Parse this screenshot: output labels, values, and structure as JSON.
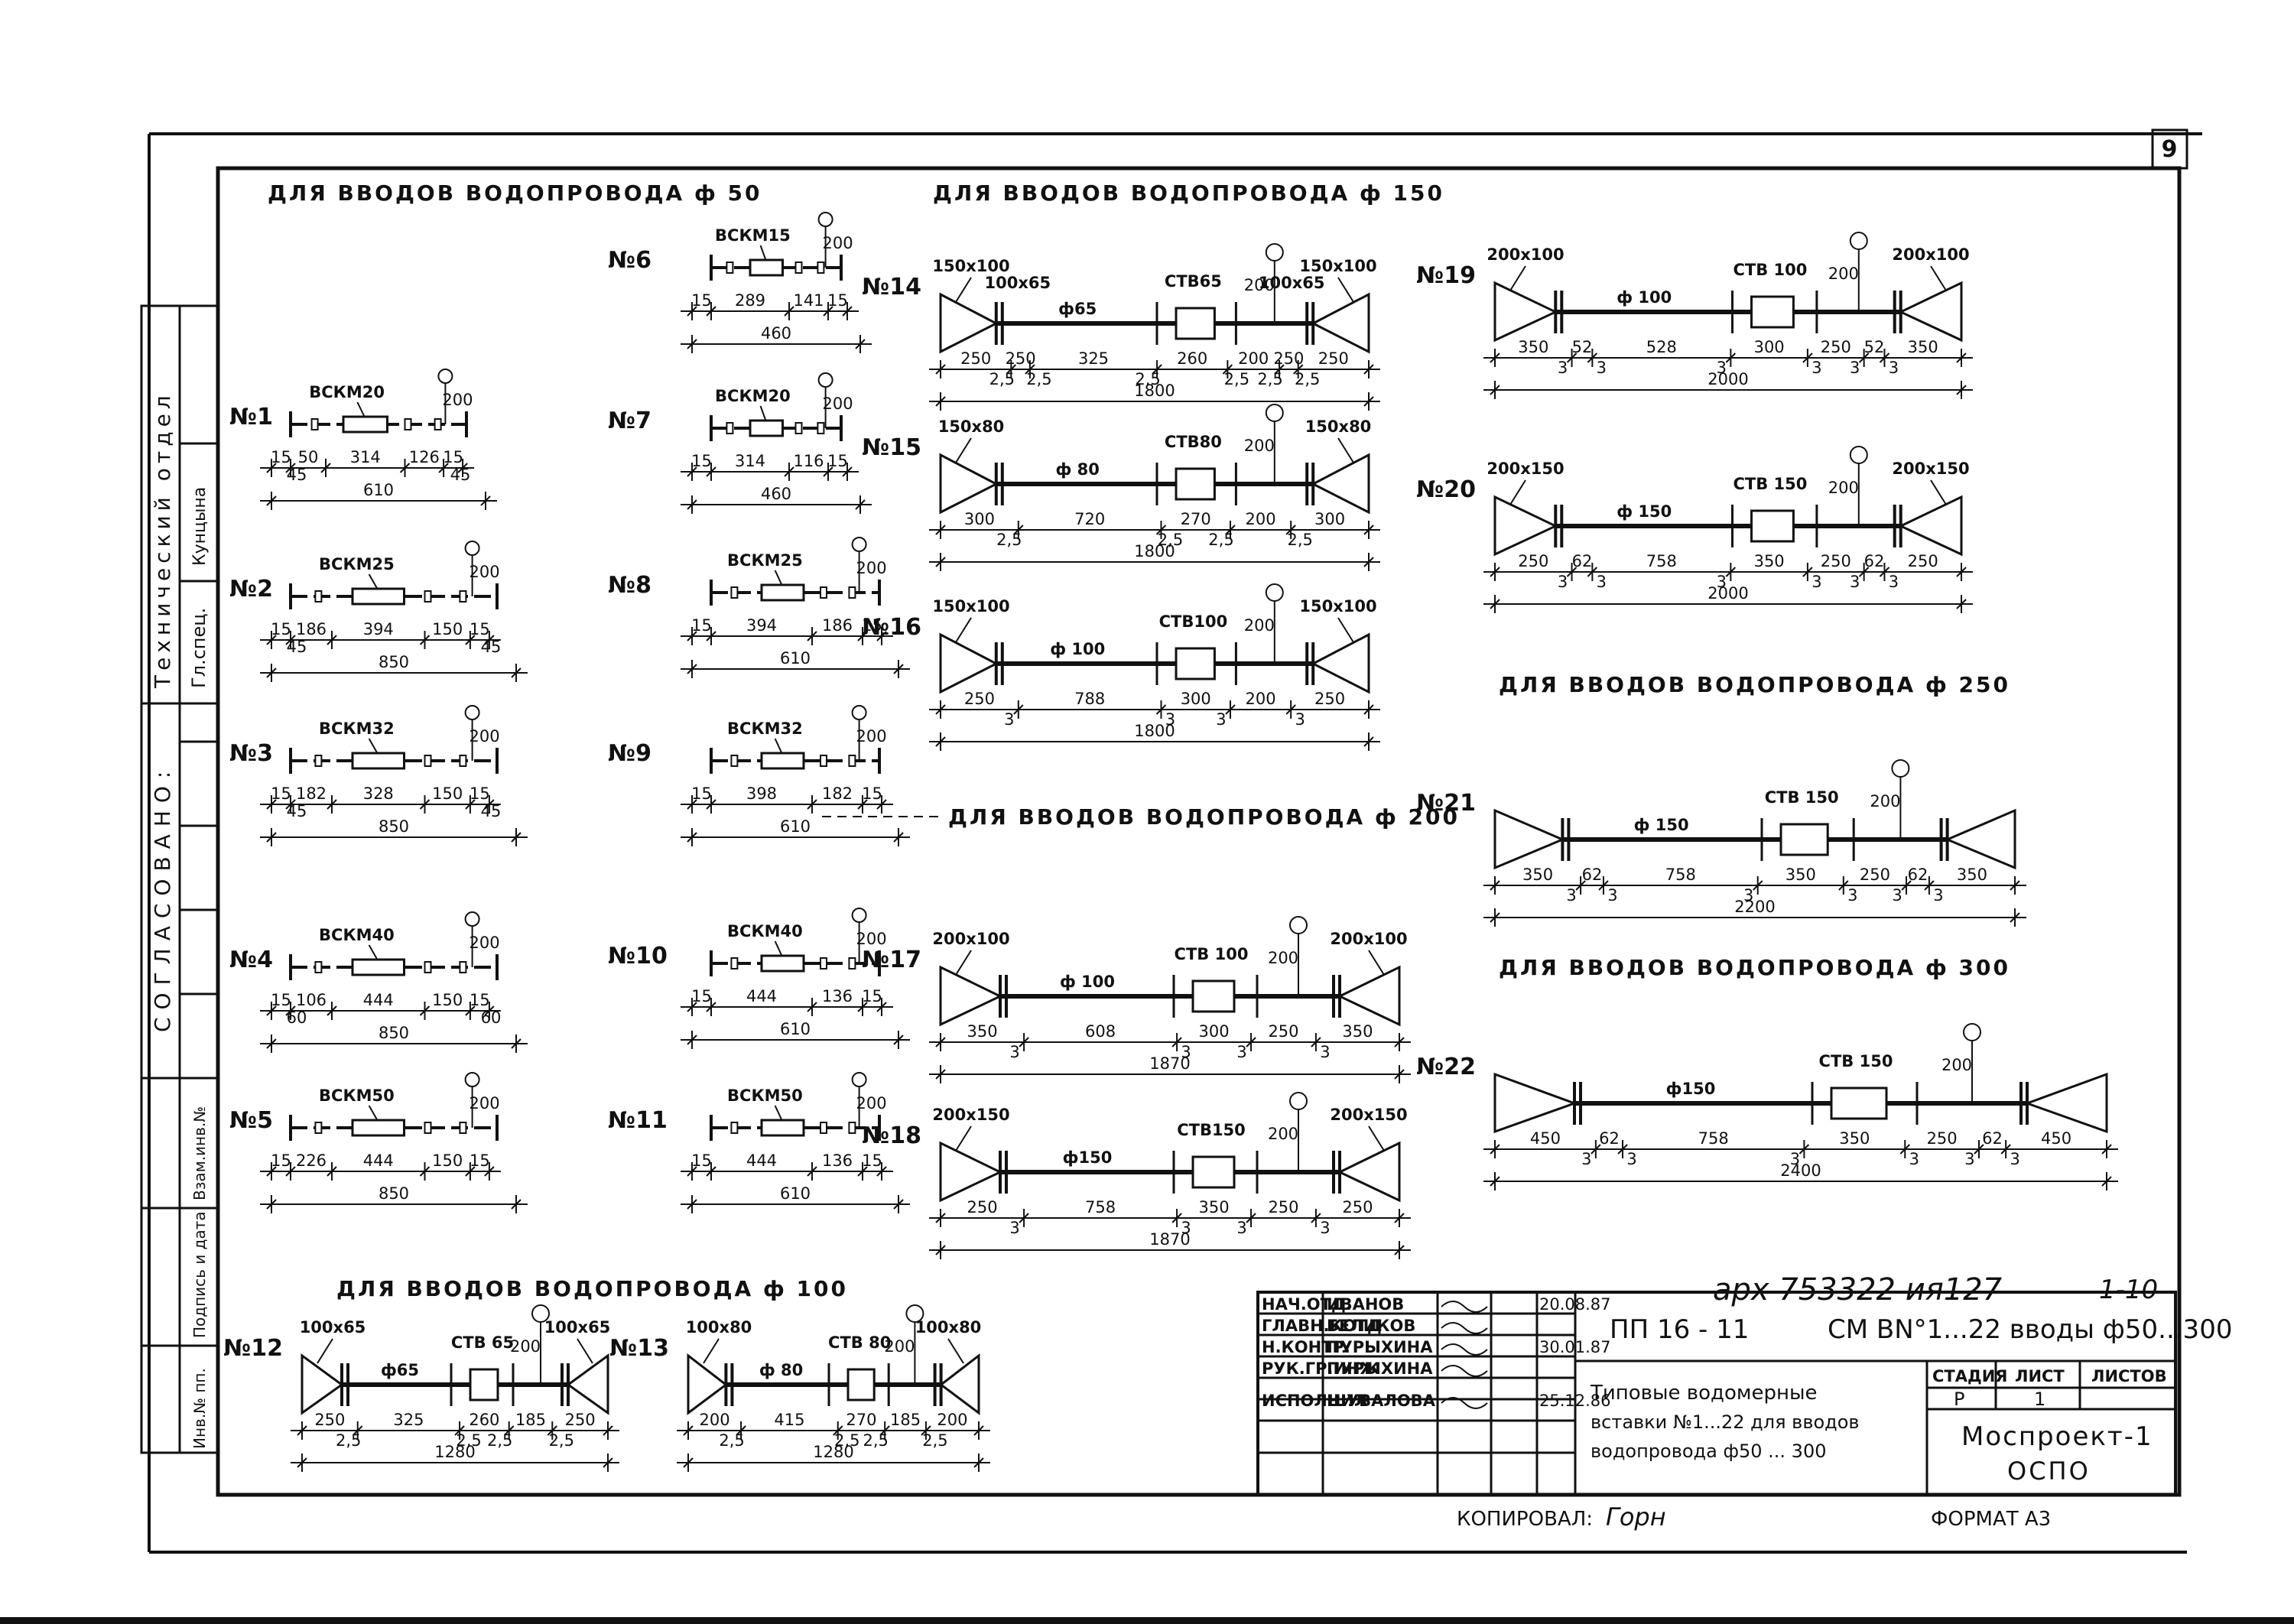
{
  "sheet_number": "9",
  "headers": {
    "d50": "ДЛЯ ВВОДОВ ВОДОПРОВОДА ф 50",
    "d150": "ДЛЯ ВВОДОВ ВОДОПРОВОДА ф 150",
    "d100": "ДЛЯ ВВОДОВ ВОДОПРОВОДА ф 100",
    "d200": "ДЛЯ ВВОДОВ ВОДОПРОВОДА ф 200",
    "d250": "ДЛЯ ВВОДОВ ВОДОПРОВОДА ф 250",
    "d300": "ДЛЯ ВВОДОВ ВОДОПРОВОДА ф 300"
  },
  "side_stamp": {
    "agreed": "СОГЛАСОВАНО:",
    "dept": "Технический отдел",
    "role": "Гл.спец.",
    "name": "Кунцына",
    "inv_replace": "Взам.инв.№",
    "sign_date": "Подпись и дата",
    "inv_orig": "Инв.№ пп."
  },
  "inserts": [
    {
      "no": "№1",
      "meter": "ВСКМ20",
      "segments": [
        "15",
        "50",
        "314",
        "126",
        "15"
      ],
      "sub": [
        "45",
        "45"
      ],
      "total": "610"
    },
    {
      "no": "№2",
      "meter": "ВСКМ25",
      "segments": [
        "15",
        "186",
        "394",
        "150",
        "15"
      ],
      "sub": [
        "45",
        "45"
      ],
      "total": "850"
    },
    {
      "no": "№3",
      "meter": "ВСКМ32",
      "segments": [
        "15",
        "182",
        "328",
        "150",
        "15"
      ],
      "sub": [
        "45",
        "45"
      ],
      "total": "850"
    },
    {
      "no": "№4",
      "meter": "ВСКМ40",
      "segments": [
        "15",
        "106",
        "444",
        "150",
        "15"
      ],
      "sub": [
        "60",
        "60"
      ],
      "total": "850"
    },
    {
      "no": "№5",
      "meter": "ВСКМ50",
      "segments": [
        "15",
        "226",
        "444",
        "150",
        "15"
      ],
      "sub": [],
      "total": "850"
    },
    {
      "no": "№6",
      "meter": "ВСКМ15",
      "segments": [
        "15",
        "289",
        "141",
        "15"
      ],
      "sub": [],
      "total": "460"
    },
    {
      "no": "№7",
      "meter": "ВСКМ20",
      "segments": [
        "15",
        "314",
        "116",
        "15"
      ],
      "sub": [],
      "total": "460"
    },
    {
      "no": "№8",
      "meter": "ВСКМ25",
      "segments": [
        "15",
        "394",
        "186",
        "15"
      ],
      "sub": [],
      "total": "610"
    },
    {
      "no": "№9",
      "meter": "ВСКМ32",
      "segments": [
        "15",
        "398",
        "182",
        "15"
      ],
      "sub": [],
      "total": "610"
    },
    {
      "no": "№10",
      "meter": "ВСКМ40",
      "segments": [
        "15",
        "444",
        "136",
        "15"
      ],
      "sub": [],
      "total": "610"
    },
    {
      "no": "№11",
      "meter": "ВСКМ50",
      "segments": [
        "15",
        "444",
        "136",
        "15"
      ],
      "sub": [],
      "total": "610"
    },
    {
      "no": "№12",
      "adapters": [
        "100x65",
        "100x65"
      ],
      "meter": "СТВ 65",
      "pipe": "ф65",
      "segments": [
        "250",
        "325",
        "260",
        "185",
        "250"
      ],
      "sub": [
        "2,5",
        "2,5",
        "2,5",
        "2,5"
      ],
      "total": "1280"
    },
    {
      "no": "№13",
      "adapters": [
        "100x80",
        "100x80"
      ],
      "meter": "СТВ 80",
      "pipe": "ф 80",
      "segments": [
        "200",
        "415",
        "270",
        "185",
        "200"
      ],
      "sub": [
        "2,5",
        "2,5",
        "2,5",
        "2,5"
      ],
      "total": "1280"
    },
    {
      "no": "№14",
      "adapters": [
        "150x100",
        "150x100",
        "100x65",
        "100x65"
      ],
      "meter": "СТВ65",
      "pipe": "ф65",
      "segments": [
        "250",
        "250",
        "325",
        "260",
        "200",
        "250",
        "250"
      ],
      "sub": [
        "2,5",
        "2,5",
        "2,5",
        "2,5",
        "2,5",
        "2,5"
      ],
      "total": "1800"
    },
    {
      "no": "№15",
      "adapters": [
        "150x80",
        "150x80"
      ],
      "meter": "СТВ80",
      "pipe": "ф 80",
      "segments": [
        "300",
        "720",
        "270",
        "200",
        "300"
      ],
      "sub": [
        "2,5",
        "2,5",
        "2,5",
        "2,5"
      ],
      "total": "1800"
    },
    {
      "no": "№16",
      "adapters": [
        "150x100",
        "150x100"
      ],
      "meter": "СТВ100",
      "pipe": "ф 100",
      "segments": [
        "250",
        "788",
        "300",
        "200",
        "250"
      ],
      "sub": [
        "3",
        "3",
        "3",
        "3"
      ],
      "total": "1800"
    },
    {
      "no": "№17",
      "adapters": [
        "200x100",
        "200x100"
      ],
      "meter": "СТВ 100",
      "pipe": "ф 100",
      "segments": [
        "350",
        "608",
        "300",
        "250",
        "350"
      ],
      "sub": [
        "3",
        "3",
        "3",
        "3"
      ],
      "total": "1870"
    },
    {
      "no": "№18",
      "adapters": [
        "200x150",
        "200x150"
      ],
      "meter": "СТВ150",
      "pipe": "ф150",
      "segments": [
        "250",
        "758",
        "350",
        "250",
        "250"
      ],
      "sub": [
        "3",
        "3",
        "3",
        "3"
      ],
      "total": "1870"
    },
    {
      "no": "№19",
      "adapters": [
        "200x100",
        "200x100"
      ],
      "meter": "СТВ 100",
      "pipe": "ф 100",
      "segments": [
        "350",
        "52",
        "528",
        "300",
        "250",
        "52",
        "350"
      ],
      "sub": [
        "3",
        "3",
        "3",
        "3",
        "3",
        "3"
      ],
      "total": "2000"
    },
    {
      "no": "№20",
      "adapters": [
        "200x150",
        "200x150"
      ],
      "meter": "СТВ 150",
      "pipe": "ф 150",
      "segments": [
        "250",
        "62",
        "758",
        "350",
        "250",
        "62",
        "250"
      ],
      "sub": [
        "3",
        "3",
        "3",
        "3",
        "3",
        "3"
      ],
      "total": "2000"
    },
    {
      "no": "№21",
      "meter": "СТВ 150",
      "pipe": "ф 150",
      "segments": [
        "350",
        "62",
        "758",
        "350",
        "250",
        "62",
        "350"
      ],
      "sub": [
        "3",
        "3",
        "3",
        "3",
        "3",
        "3"
      ],
      "total": "2200"
    },
    {
      "no": "№22",
      "meter": "СТВ 150",
      "pipe": "ф150",
      "segments": [
        "450",
        "62",
        "758",
        "350",
        "250",
        "62",
        "450"
      ],
      "sub": [
        "3",
        "3",
        "3",
        "3",
        "3",
        "3"
      ],
      "total": "2400"
    }
  ],
  "title_block": {
    "archive": "арх 753322 ия127",
    "page_ref": "1-10",
    "code": "ПП 16 - 11",
    "series": "СМ ВN°1...22 вводы ф50...300",
    "rows": [
      {
        "role": "НАЧ.ОТД.",
        "name": "ИВАНОВ",
        "date": "20.08.87"
      },
      {
        "role": "ГЛАВН.КОТД",
        "name": "БЕЛИКОВ",
        "date": ""
      },
      {
        "role": "Н.КОНТР.",
        "name": "ПУРЫХИНА",
        "date": "30.01.87"
      },
      {
        "role": "РУК.ГР.ИНЖ",
        "name": "ПУРЫХИНА",
        "date": ""
      },
      {
        "role": "ИСПОЛНИЛ",
        "name": "ШУВАЛОВА",
        "date": "25.12.86"
      }
    ],
    "description": [
      "Типовые водомерные",
      "вставки №1...22 для вводов",
      "водопровода ф50 ... 300"
    ],
    "stage_head": "СТАДИЯ",
    "sheet_head": "ЛИСТ",
    "sheets_head": "ЛИСТОВ",
    "stage": "Р",
    "sheet": "1",
    "sheets": "",
    "org": [
      "Моспроект-1",
      "ОСПО"
    ],
    "copied": "КОПИРОВАЛ:",
    "copied_sign": "Горн",
    "format": "ФОРМАТ А3"
  }
}
